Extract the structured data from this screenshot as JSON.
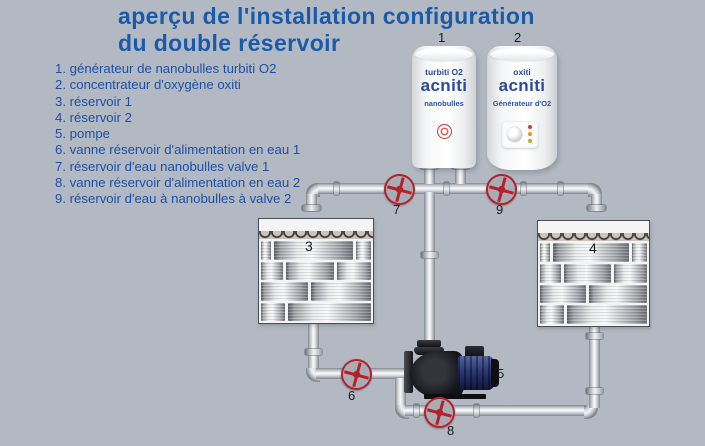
{
  "title": {
    "line1": "aperçu de l'installation configuration",
    "line2": "du double réservoir"
  },
  "legend": {
    "items": [
      "1. générateur de nanobulles turbiti O2",
      "2. concentrateur d'oxygène oxiti",
      "3. réservoir 1",
      "4. réservoir 2",
      "5. pompe",
      "6. vanne réservoir d'alimentation en eau 1",
      "7. réservoir d'eau nanobulles valve 1",
      "8. vanne réservoir d'alimentation en eau 2",
      "9. réservoir d'eau à nanobulles à valve 2"
    ]
  },
  "devices": {
    "tank1": {
      "label": "1",
      "model": "turbiti O2",
      "brand": "acniti",
      "tagline": "nanobulles"
    },
    "tank2": {
      "label": "2",
      "model": "oxiti",
      "brand": "acniti",
      "tagline": "Générateur d'O2"
    },
    "reservoir1": {
      "label": "3"
    },
    "reservoir2": {
      "label": "4"
    },
    "pump": {
      "label": "5"
    },
    "valve_feed1": {
      "label": "6"
    },
    "valve_nano1": {
      "label": "7"
    },
    "valve_feed2": {
      "label": "8"
    },
    "valve_nano2": {
      "label": "9"
    }
  },
  "colors": {
    "background": "#b3b9c3",
    "title_blue": "#1a5aa9",
    "legend_blue": "#1d50a5",
    "brand_blue": "#2b49a1",
    "valve_red": "#b6202c",
    "pump_navy": "#2d3a76"
  }
}
